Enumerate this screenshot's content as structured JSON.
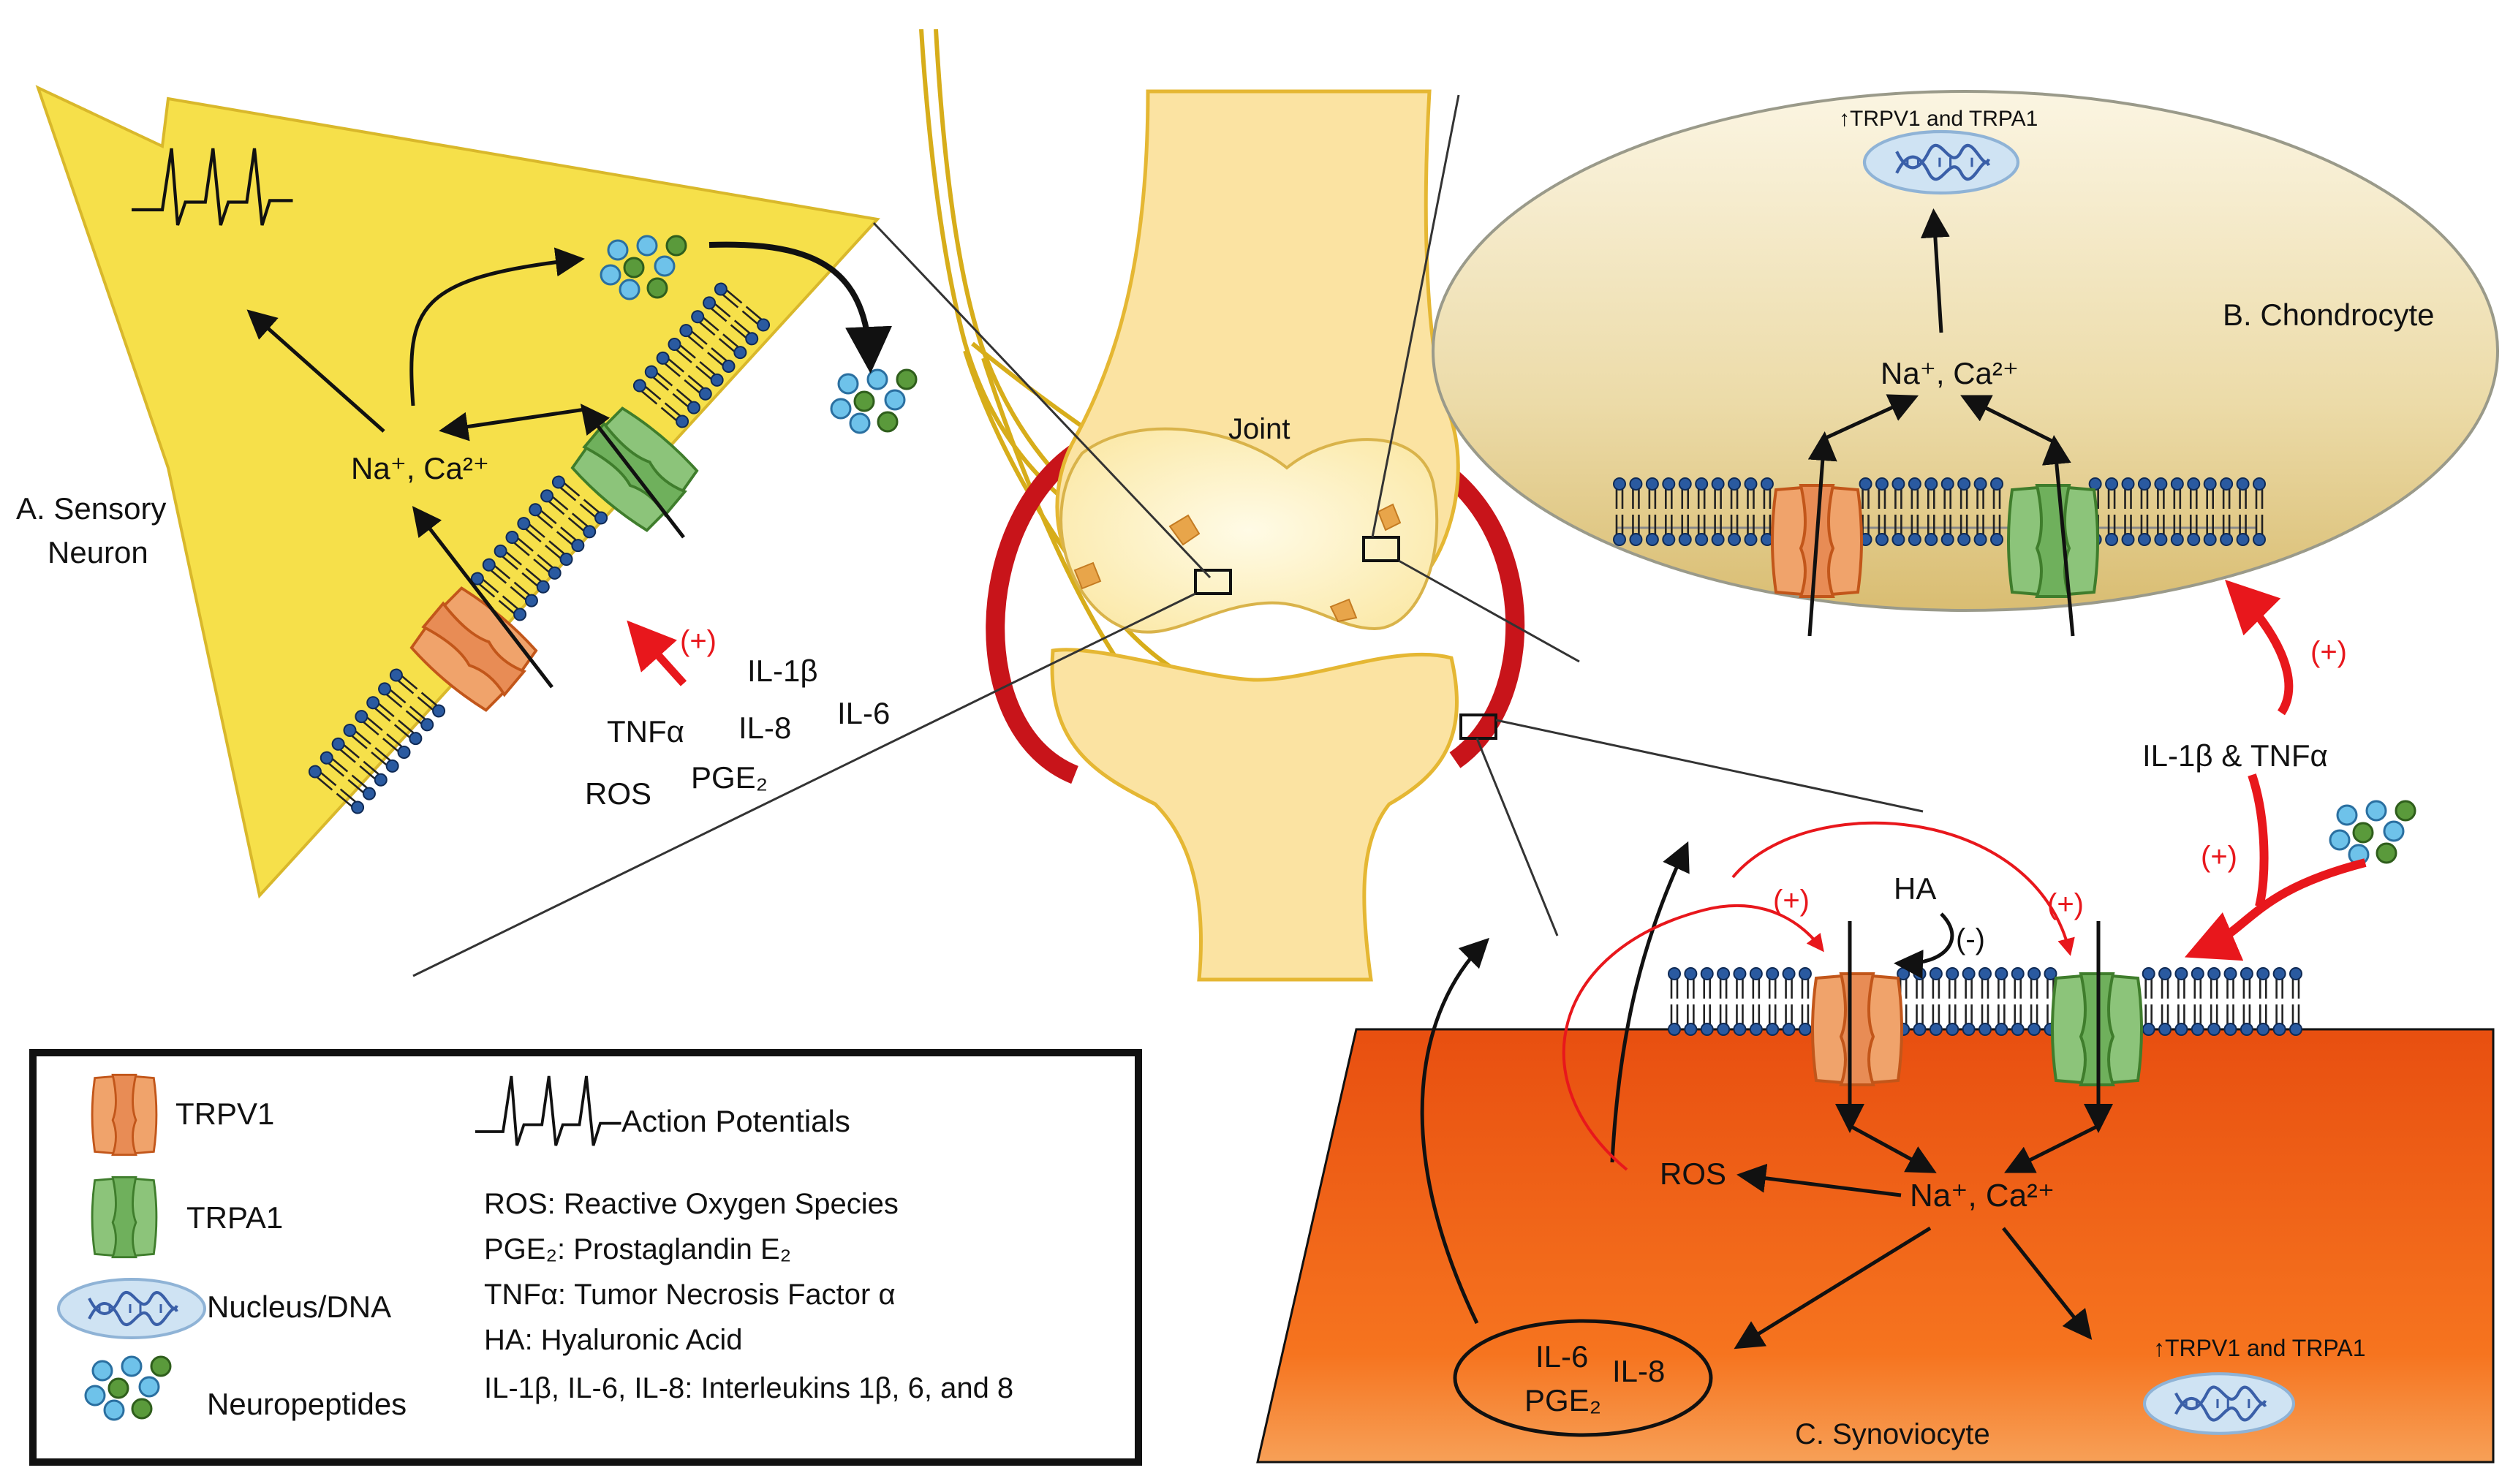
{
  "panels": {
    "sensory_neuron": {
      "title_line1": "A. Sensory",
      "title_line2": "Neuron",
      "ions": "Na⁺, Ca²⁺",
      "plus": "(+)",
      "cytokines": {
        "il1b": "IL-1β",
        "il8": "IL-8",
        "il6": "IL-6",
        "tnfa": "TNFα",
        "ros": "ROS",
        "pge2": "PGE₂"
      }
    },
    "joint": {
      "label": "Joint"
    },
    "chondrocyte": {
      "title": "B. Chondrocyte",
      "ions": "Na⁺, Ca²⁺",
      "upregulation": "↑TRPV1 and TRPA1",
      "plus": "(+)",
      "stimulus": "IL-1β & TNFα"
    },
    "synoviocyte": {
      "title": "C. Synoviocyte",
      "ions": "Na⁺, Ca²⁺",
      "ros": "ROS",
      "ha": "HA",
      "minus": "(-)",
      "plus_left": "(+)",
      "plus_right": "(+)",
      "plus_incoming": "(+)",
      "upregulation": "↑TRPV1 and TRPA1",
      "mediators": {
        "il6": "IL-6",
        "il8": "IL-8",
        "pge2": "PGE₂"
      }
    }
  },
  "legend": {
    "trpv1": "TRPV1",
    "trpa1": "TRPA1",
    "nucleus": "Nucleus/DNA",
    "neuropeptides": "Neuropeptides",
    "action_potentials": "Action Potentials",
    "defs": [
      "ROS: Reactive Oxygen Species",
      "PGE₂: Prostaglandin E₂",
      "TNFα: Tumor Necrosis Factor α",
      "HA: Hyaluronic Acid",
      "IL-1β, IL-6, IL-8: Interleukins 1β, 6, and 8"
    ]
  },
  "colors": {
    "neuron_fill": "#f6e04a",
    "bone_fill": "#fbe3a2",
    "bone_stroke": "#e5b733",
    "capsule": "#c8141a",
    "chondrocyte_fill": "#e9d69c",
    "synovio_fill": "#f25c0f",
    "trpv1": "#f0a36b",
    "trpa1": "#8cc47a",
    "lipid_head": "#1f4e8a",
    "stimulatory": "#e8171c",
    "np_blue": "#6ec2ea",
    "np_green": "#5a9a3b"
  }
}
